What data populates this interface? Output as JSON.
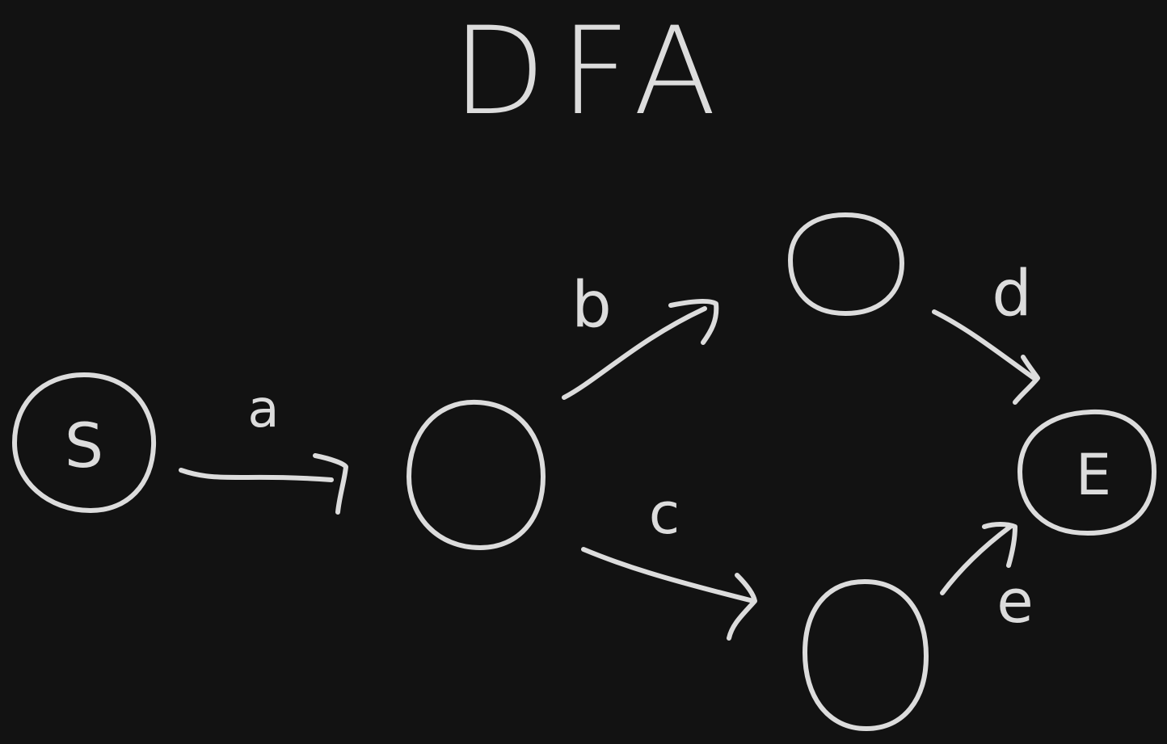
{
  "diagram": {
    "title": "DFA",
    "states": [
      {
        "id": "start",
        "label": "S"
      },
      {
        "id": "q1",
        "label": ""
      },
      {
        "id": "q2",
        "label": ""
      },
      {
        "id": "q3",
        "label": ""
      },
      {
        "id": "end",
        "label": "E"
      }
    ],
    "transitions": [
      {
        "from": "start",
        "to": "q1",
        "label": "a"
      },
      {
        "from": "q1",
        "to": "q2",
        "label": "b"
      },
      {
        "from": "q1",
        "to": "q3",
        "label": "c"
      },
      {
        "from": "q2",
        "to": "end",
        "label": "d"
      },
      {
        "from": "q3",
        "to": "end",
        "label": "e"
      }
    ],
    "colors": {
      "background": "#121212",
      "ink": "#dcdcdc"
    }
  }
}
